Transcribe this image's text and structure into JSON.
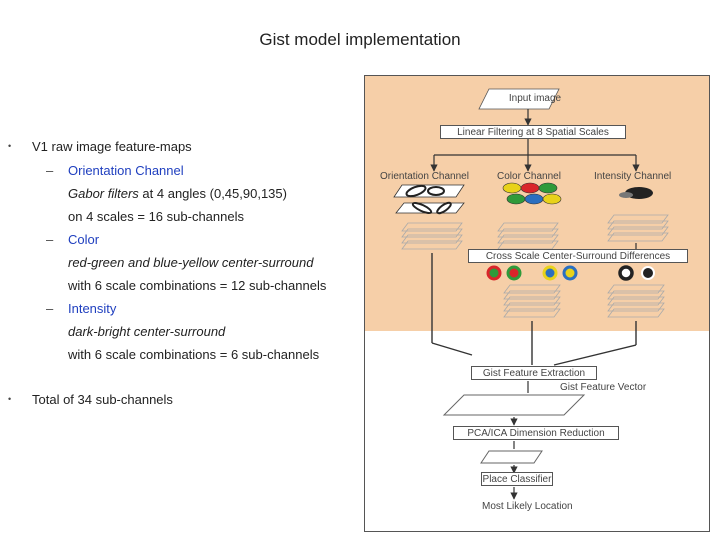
{
  "slide": {
    "title": "Gist model implementation"
  },
  "bullets": {
    "item1": "V1 raw image feature-maps",
    "orientation": {
      "head": "Orientation Channel",
      "line1_italic": "Gabor filters",
      "line1_rest": " at 4 angles (0,45,90,135)",
      "line2": "on 4 scales = 16 sub-channels"
    },
    "color": {
      "head": "Color",
      "line1": "red-green and blue-yellow center-surround",
      "line2": "with 6 scale combinations = 12 sub-channels"
    },
    "intensity": {
      "head": "Intensity",
      "line1": "dark-bright center-surround",
      "line2": " with 6 scale combinations = 6 sub-channels"
    },
    "item2": "Total of 34 sub-channels",
    "dash": "–",
    "dot": "•"
  },
  "diagram": {
    "input": "Input image",
    "linear": "Linear Filtering at 8 Spatial Scales",
    "orientation": "Orientation Channel",
    "color": "Color Channel",
    "intensity": "Intensity Channel",
    "cross_scale": "Cross Scale Center-Surround Differences",
    "gist_extraction": "Gist Feature Extraction",
    "gist_vector": "Gist Feature Vector",
    "pca": "PCA/ICA Dimension Reduction",
    "classifier": "Place Classifier",
    "location": "Most Likely Location",
    "colors": {
      "upper_bg": "#f6cfa8",
      "lower_bg": "#ffffff",
      "red": "#d9252a",
      "green": "#2f9a3a",
      "yellow": "#e8d21a",
      "blue": "#2b6fc0"
    }
  }
}
